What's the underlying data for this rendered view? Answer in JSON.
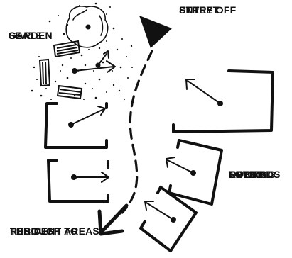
{
  "labels": {
    "entry": [
      "ENTRY OFF",
      "STREET"
    ],
    "garden": [
      "GARDEN",
      "SEATS"
    ],
    "rooms": [
      "ROOMS",
      "OPENING",
      "TOWARDS",
      "ENTRY"
    ],
    "through": [
      "THROUGH TO",
      "RESIDENT AREAS"
    ]
  },
  "colors": {
    "ink": "#111111",
    "background": "#ffffff"
  }
}
